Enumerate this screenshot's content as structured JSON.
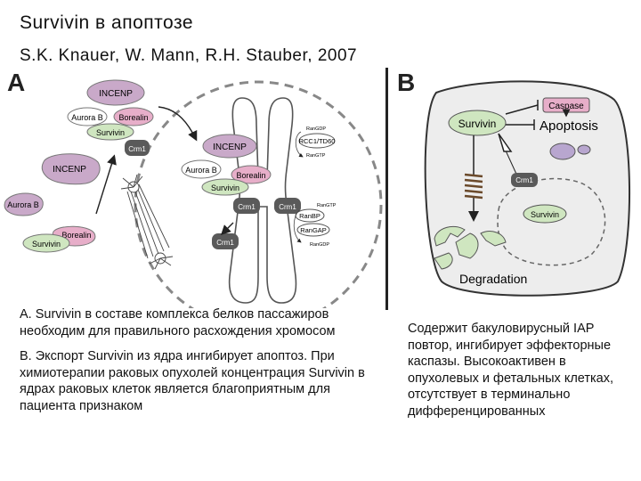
{
  "slide": {
    "title": "Survivin в апоптозе",
    "authors": "S.K. Knauer, W. Mann, R.H. Stauber, 2007"
  },
  "panel_a": {
    "letter": "A",
    "labels": {
      "incenp": "INCENP",
      "aurora_b": "Aurora B",
      "borealin": "Borealin",
      "survivin": "Survivin",
      "crm1": "Crm1",
      "rcc1_td60": "RCC1/TD60",
      "ranbp": "RanBP",
      "rangap": "RanGAP",
      "rangdp": "RanGDP",
      "rangtp": "RanGTP"
    }
  },
  "panel_b": {
    "letter": "B",
    "labels": {
      "survivin": "Survivin",
      "caspase": "Caspase",
      "apoptosis": "Apoptosis",
      "crm1": "Crm1",
      "survivin_nucleus": "Survivin",
      "degradation": "Degradation"
    }
  },
  "captions": {
    "a_paragraph_1": "A. Survivin в составе комплекса белков пассажиров необходим для правильного расхождения хромосом",
    "a_paragraph_2": "B. Экспорт Survivin из ядра ингибирует апоптоз. При химиотерапии раковых опухолей концентрация Survivin в ядрах раковых клеток является благоприятным для пациента признаком",
    "b_text": "Содержит бакуловирусный IAP повтор, ингибирует эффекторные каспазы. Высокоактивен в опухолевых и фетальных клетках, отсутствует в терминально дифференцированных"
  },
  "colors": {
    "incenp": "#c9a9c9",
    "aurora_b": "#ffffff",
    "borealin": "#e7aec9",
    "survivin": "#cfe6c0",
    "crm1": "#5a5a5a",
    "nucleus_fill": "#e9e9e9",
    "chromosome": "#ffffff"
  }
}
